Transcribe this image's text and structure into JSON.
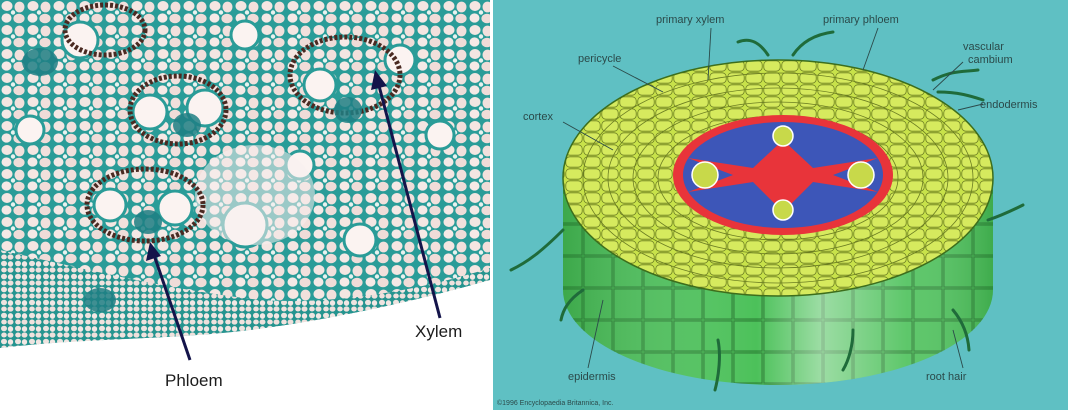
{
  "micrograph": {
    "labels": {
      "phloem": "Phloem",
      "xylem": "Xylem"
    }
  },
  "root_diagram": {
    "labels": {
      "primary_xylem": "primary xylem",
      "primary_phloem": "primary phloem",
      "pericycle": "pericycle",
      "vascular_cambium": [
        "vascular",
        "cambium"
      ],
      "cortex": "cortex",
      "endodermis": "endodermis",
      "epidermis": "epidermis",
      "root_hair": "root hair"
    },
    "credit": "©1996 Encyclopaedia Britannica, Inc.",
    "colors": {
      "background": "#5fc0c3",
      "cell_top": "#c8e24a",
      "cell_side": "#43b54f",
      "stele_red": "#e8343a",
      "stele_blue": "#3d56b8",
      "micrograph_stain": "#2a9c98"
    }
  }
}
